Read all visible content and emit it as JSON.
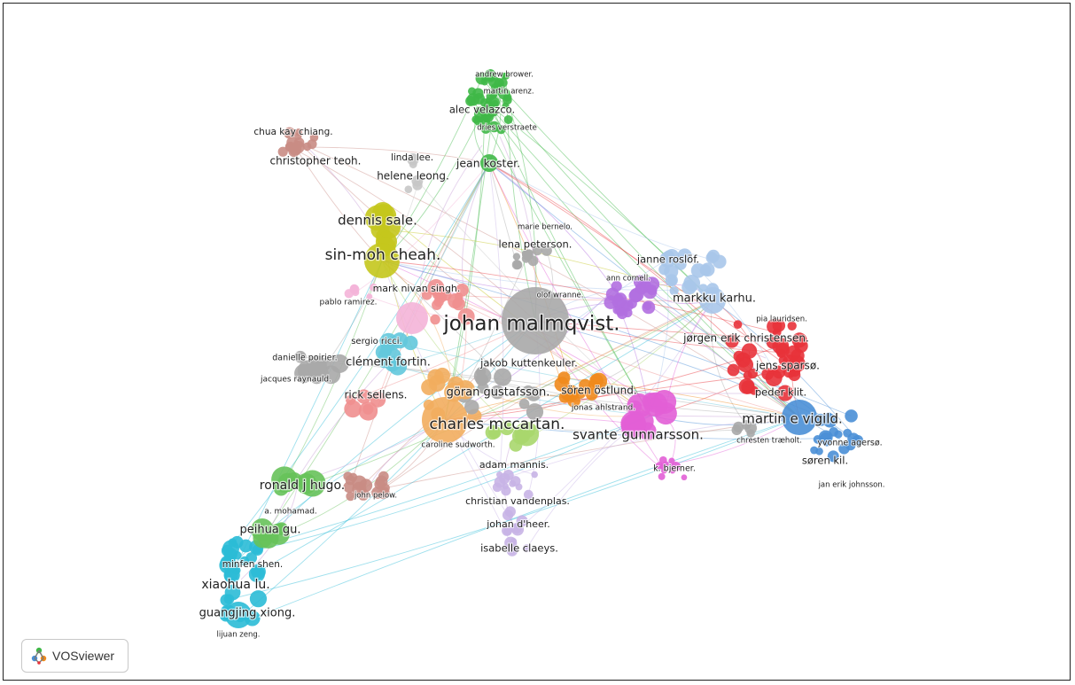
{
  "app": {
    "badge_label": "VOSviewer",
    "badge_icon": "vosviewer-logo-icon"
  },
  "colors": {
    "gray": "#a9a9a9",
    "salmon": "#ef8f8f",
    "pink": "#f4b4d8",
    "green": "#3fb847",
    "olive": "#c4c61d",
    "rosybrown": "#c98c84",
    "lightgray": "#c6c6c6",
    "purple": "#b16fe0",
    "lightblue": "#a9c6ea",
    "red": "#e8323a",
    "blue": "#4a8fd6",
    "orange": "#f2ad5e",
    "darkorange": "#ef8a1c",
    "magenta": "#e25fd6",
    "lightgreen": "#a8d76d",
    "lightlavender": "#c8b4e6",
    "skyblue": "#63c8dc",
    "medgreen": "#67c25a",
    "cyan": "#2bbbd6"
  },
  "labels": [
    {
      "text": "andrew brower.",
      "color": "green"
    },
    {
      "text": "martin arenz.",
      "color": "green"
    },
    {
      "text": "alec velazco.",
      "color": "green"
    },
    {
      "text": "dries verstraete",
      "color": "green"
    },
    {
      "text": "jean koster.",
      "color": "green"
    },
    {
      "text": "chua kay chiang.",
      "color": "rosybrown"
    },
    {
      "text": "christopher teoh.",
      "color": "rosybrown"
    },
    {
      "text": "linda lee.",
      "color": "lightgray"
    },
    {
      "text": "helene leong.",
      "color": "lightgray"
    },
    {
      "text": "dennis sale.",
      "color": "olive"
    },
    {
      "text": "sin-moh cheah.",
      "color": "olive"
    },
    {
      "text": "marie bernelo.",
      "color": "lightgray"
    },
    {
      "text": "lena peterson.",
      "color": "lightgray"
    },
    {
      "text": "janne roslöf.",
      "color": "lightblue"
    },
    {
      "text": "ann cornell.",
      "color": "purple"
    },
    {
      "text": "markku karhu.",
      "color": "lightblue"
    },
    {
      "text": "mark nivan singh.",
      "color": "salmon"
    },
    {
      "text": "olof wranne.",
      "color": "gray"
    },
    {
      "text": "pablo ramirez.",
      "color": "pink"
    },
    {
      "text": "johan malmqvist.",
      "color": "gray"
    },
    {
      "text": "pia lauridsen.",
      "color": "red"
    },
    {
      "text": "jørgen erik christensen.",
      "color": "red"
    },
    {
      "text": "sergio ricci.",
      "color": "skyblue"
    },
    {
      "text": "danielle poirier.",
      "color": "gray"
    },
    {
      "text": "clément fortin.",
      "color": "skyblue"
    },
    {
      "text": "jacques raynauld.",
      "color": "gray"
    },
    {
      "text": "jakob kuttenkeuler.",
      "color": "orange"
    },
    {
      "text": "jens sparsø.",
      "color": "red"
    },
    {
      "text": "peder klit.",
      "color": "red"
    },
    {
      "text": "rick sellens.",
      "color": "salmon"
    },
    {
      "text": "göran gustafsson.",
      "color": "gray"
    },
    {
      "text": "sören östlund.",
      "color": "darkorange"
    },
    {
      "text": "jonas ahlstrand.",
      "color": "darkorange"
    },
    {
      "text": "charles mccartan.",
      "color": "orange"
    },
    {
      "text": "martin e vigild.",
      "color": "blue"
    },
    {
      "text": "svante gunnarsson.",
      "color": "magenta"
    },
    {
      "text": "caroline sudworth.",
      "color": "lightgreen"
    },
    {
      "text": "chresten træholt.",
      "color": "lightgray"
    },
    {
      "text": "yvonne agersø.",
      "color": "blue"
    },
    {
      "text": "søren kil.",
      "color": "blue"
    },
    {
      "text": "adam mannis.",
      "color": "lightlavender"
    },
    {
      "text": "k. bjerner.",
      "color": "magenta"
    },
    {
      "text": "ronald j hugo.",
      "color": "medgreen"
    },
    {
      "text": "jan erik johnsson.",
      "color": "blue"
    },
    {
      "text": "john pelow.",
      "color": "rosybrown"
    },
    {
      "text": "christian vandenplas.",
      "color": "lightlavender"
    },
    {
      "text": "a. mohamad.",
      "color": "medgreen"
    },
    {
      "text": "johan d'heer.",
      "color": "lightlavender"
    },
    {
      "text": "peihua gu.",
      "color": "medgreen"
    },
    {
      "text": "isabelle claeys.",
      "color": "lightlavender"
    },
    {
      "text": "minfen shen.",
      "color": "cyan"
    },
    {
      "text": "xiaohua lu.",
      "color": "cyan"
    },
    {
      "text": "guangjing xiong.",
      "color": "cyan"
    },
    {
      "text": "lijuan zeng.",
      "color": "cyan"
    }
  ]
}
